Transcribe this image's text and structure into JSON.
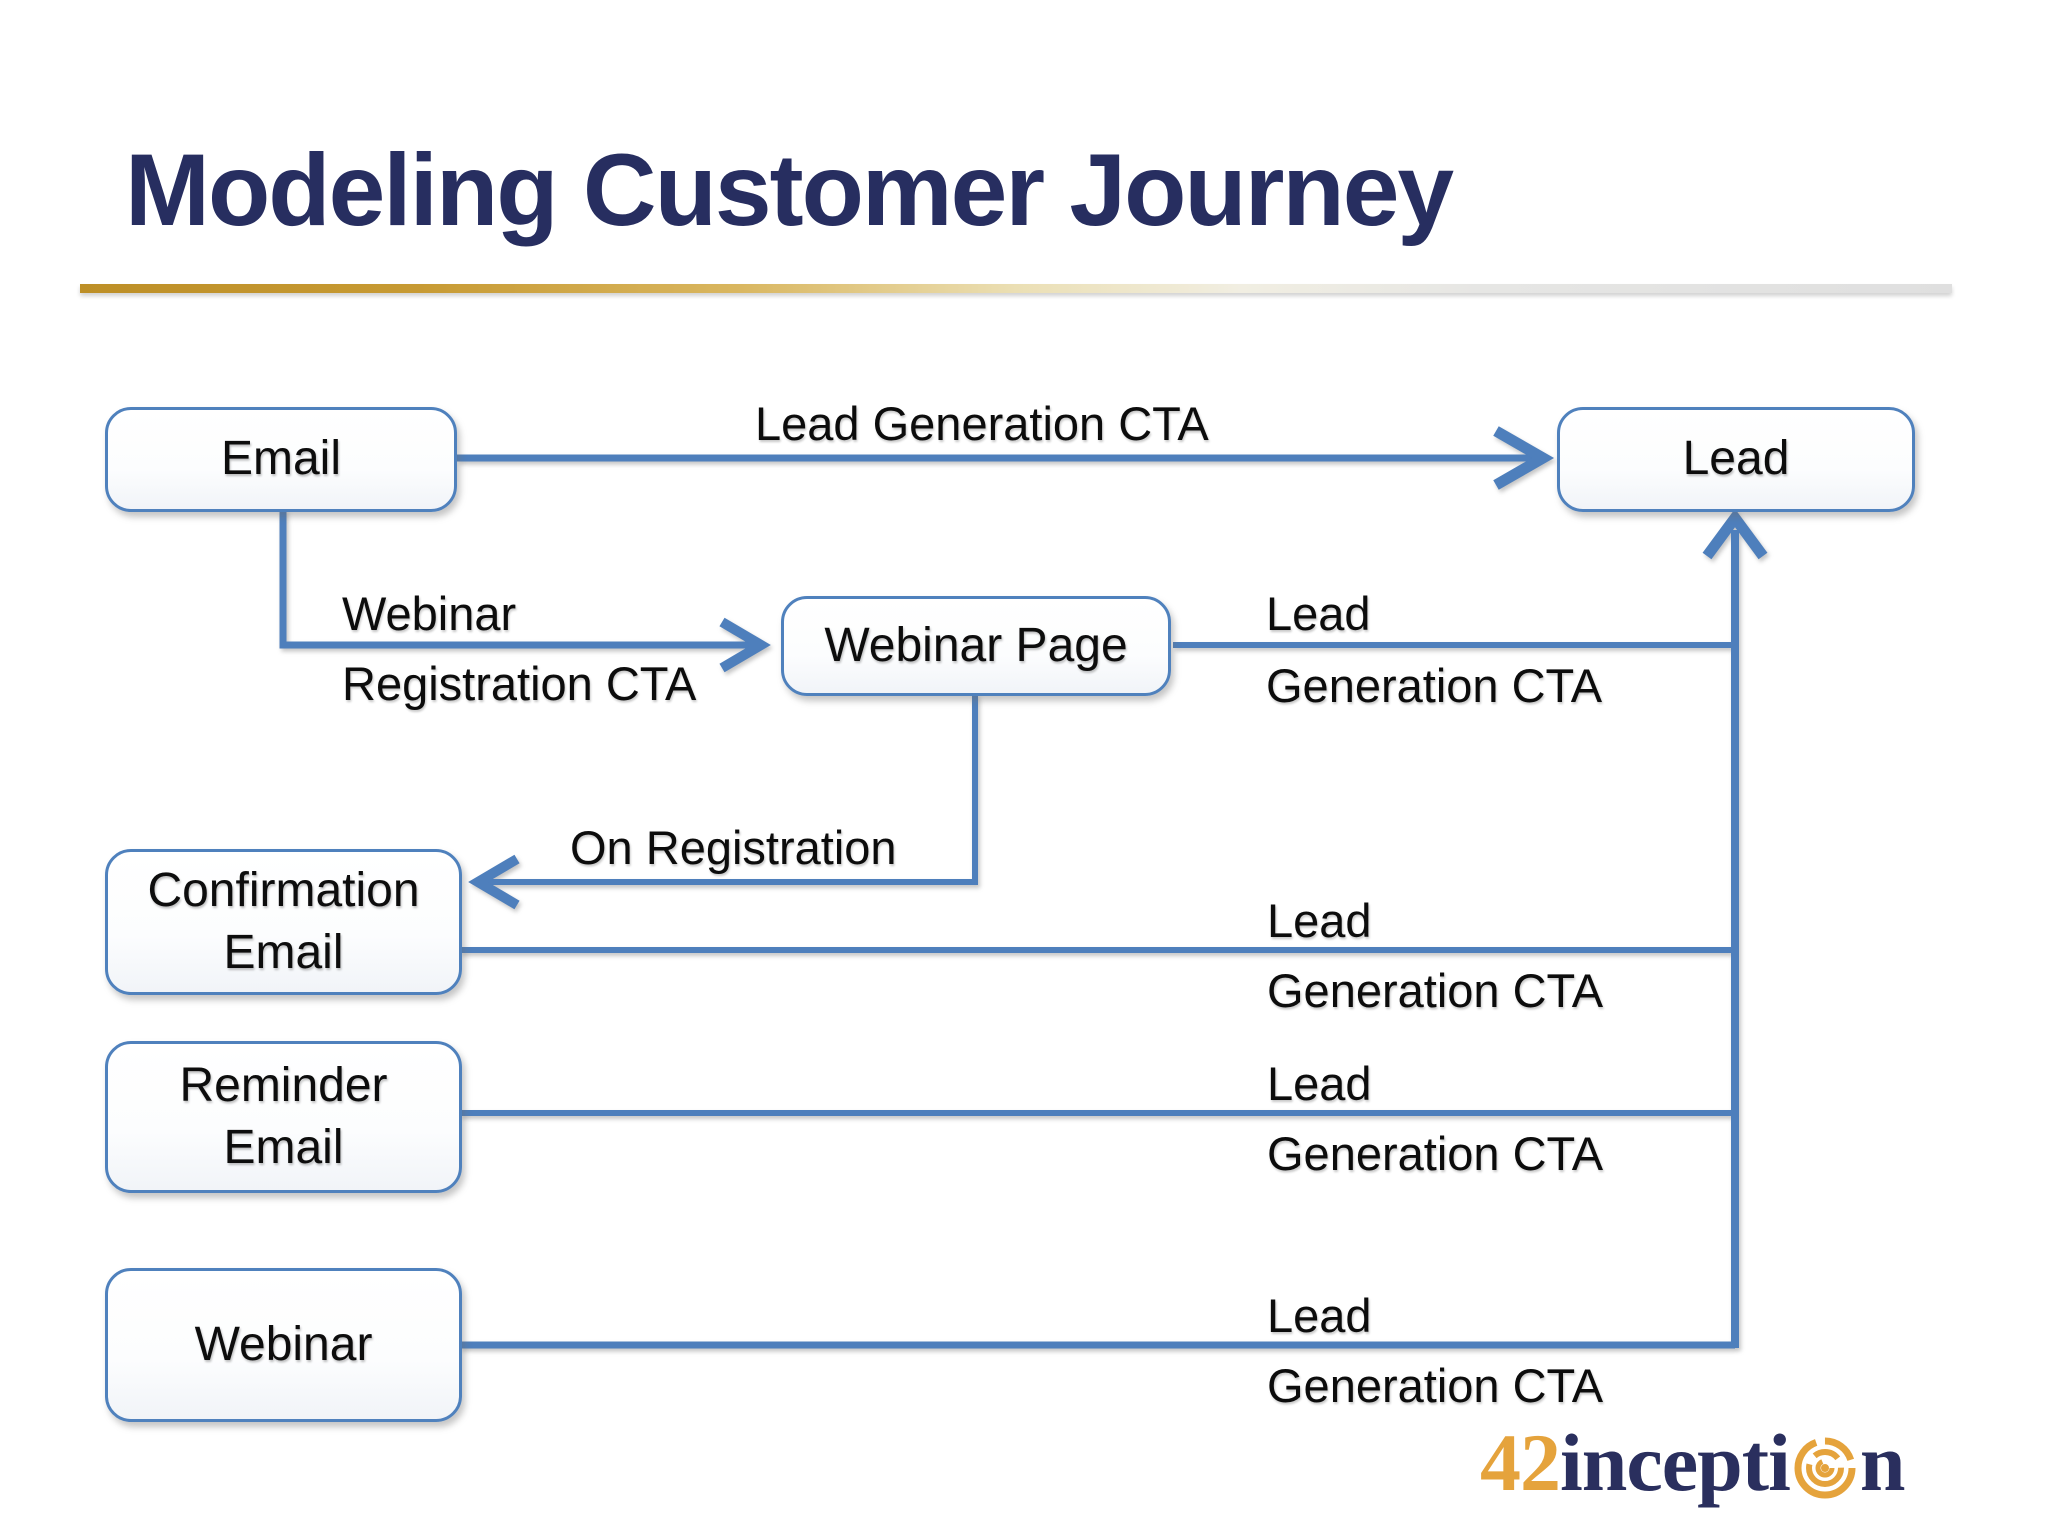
{
  "page": {
    "title": "Modeling Customer Journey"
  },
  "colors": {
    "title": "#272E60",
    "connector": "#4E7FBC",
    "box_border": "#4F81BD",
    "gold": "#BD8F27",
    "logo_orange": "#E5A33C",
    "logo_navy": "#2A2F5E"
  },
  "nodes": {
    "email": {
      "label": "Email"
    },
    "lead": {
      "label": "Lead"
    },
    "webinar_page": {
      "label": "Webinar Page"
    },
    "confirmation": {
      "label": "Confirmation Email"
    },
    "reminder": {
      "label": "Reminder Email"
    },
    "webinar": {
      "label": "Webinar"
    }
  },
  "edge_labels": {
    "email_to_lead": "Lead Generation CTA",
    "webinar_reg_line1": "Webinar",
    "webinar_reg_line2": "Registration CTA",
    "webinar_page_to_lead_line1": "Lead",
    "webinar_page_to_lead_line2": "Generation CTA",
    "on_registration": "On Registration",
    "confirmation_to_lead_line1": "Lead",
    "confirmation_to_lead_line2": "Generation CTA",
    "reminder_to_lead_line1": "Lead",
    "reminder_to_lead_line2": "Generation CTA",
    "webinar_to_lead_line1": "Lead",
    "webinar_to_lead_line2": "Generation CTA"
  },
  "edges": [
    {
      "from": "Email",
      "to": "Lead",
      "label": "Lead Generation CTA"
    },
    {
      "from": "Email",
      "to": "Webinar Page",
      "label": "Webinar Registration CTA"
    },
    {
      "from": "Webinar Page",
      "to": "Lead",
      "label": "Lead Generation CTA"
    },
    {
      "from": "Webinar Page",
      "to": "Confirmation Email",
      "label": "On Registration"
    },
    {
      "from": "Confirmation Email",
      "to": "Lead",
      "label": "Lead Generation CTA"
    },
    {
      "from": "Reminder Email",
      "to": "Lead",
      "label": "Lead Generation CTA"
    },
    {
      "from": "Webinar",
      "to": "Lead",
      "label": "Lead Generation CTA"
    }
  ],
  "logo": {
    "number": "42",
    "text_before_icon": "incepti",
    "text_after_icon": "n"
  }
}
